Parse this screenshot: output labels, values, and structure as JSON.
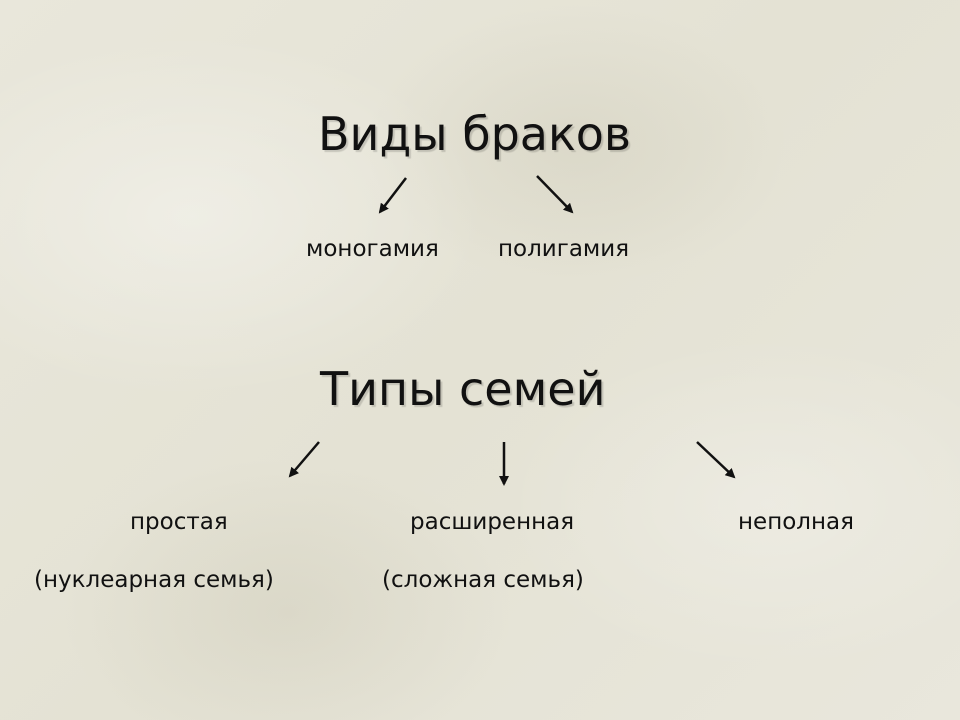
{
  "marriage": {
    "title": "Виды браков",
    "types": [
      "моногамия",
      "полигамия"
    ]
  },
  "family": {
    "title": "Типы семей",
    "types": [
      "простая",
      "расширенная",
      "неполная"
    ],
    "notes": [
      "(нуклеарная семья)",
      "(сложная семья)"
    ]
  }
}
